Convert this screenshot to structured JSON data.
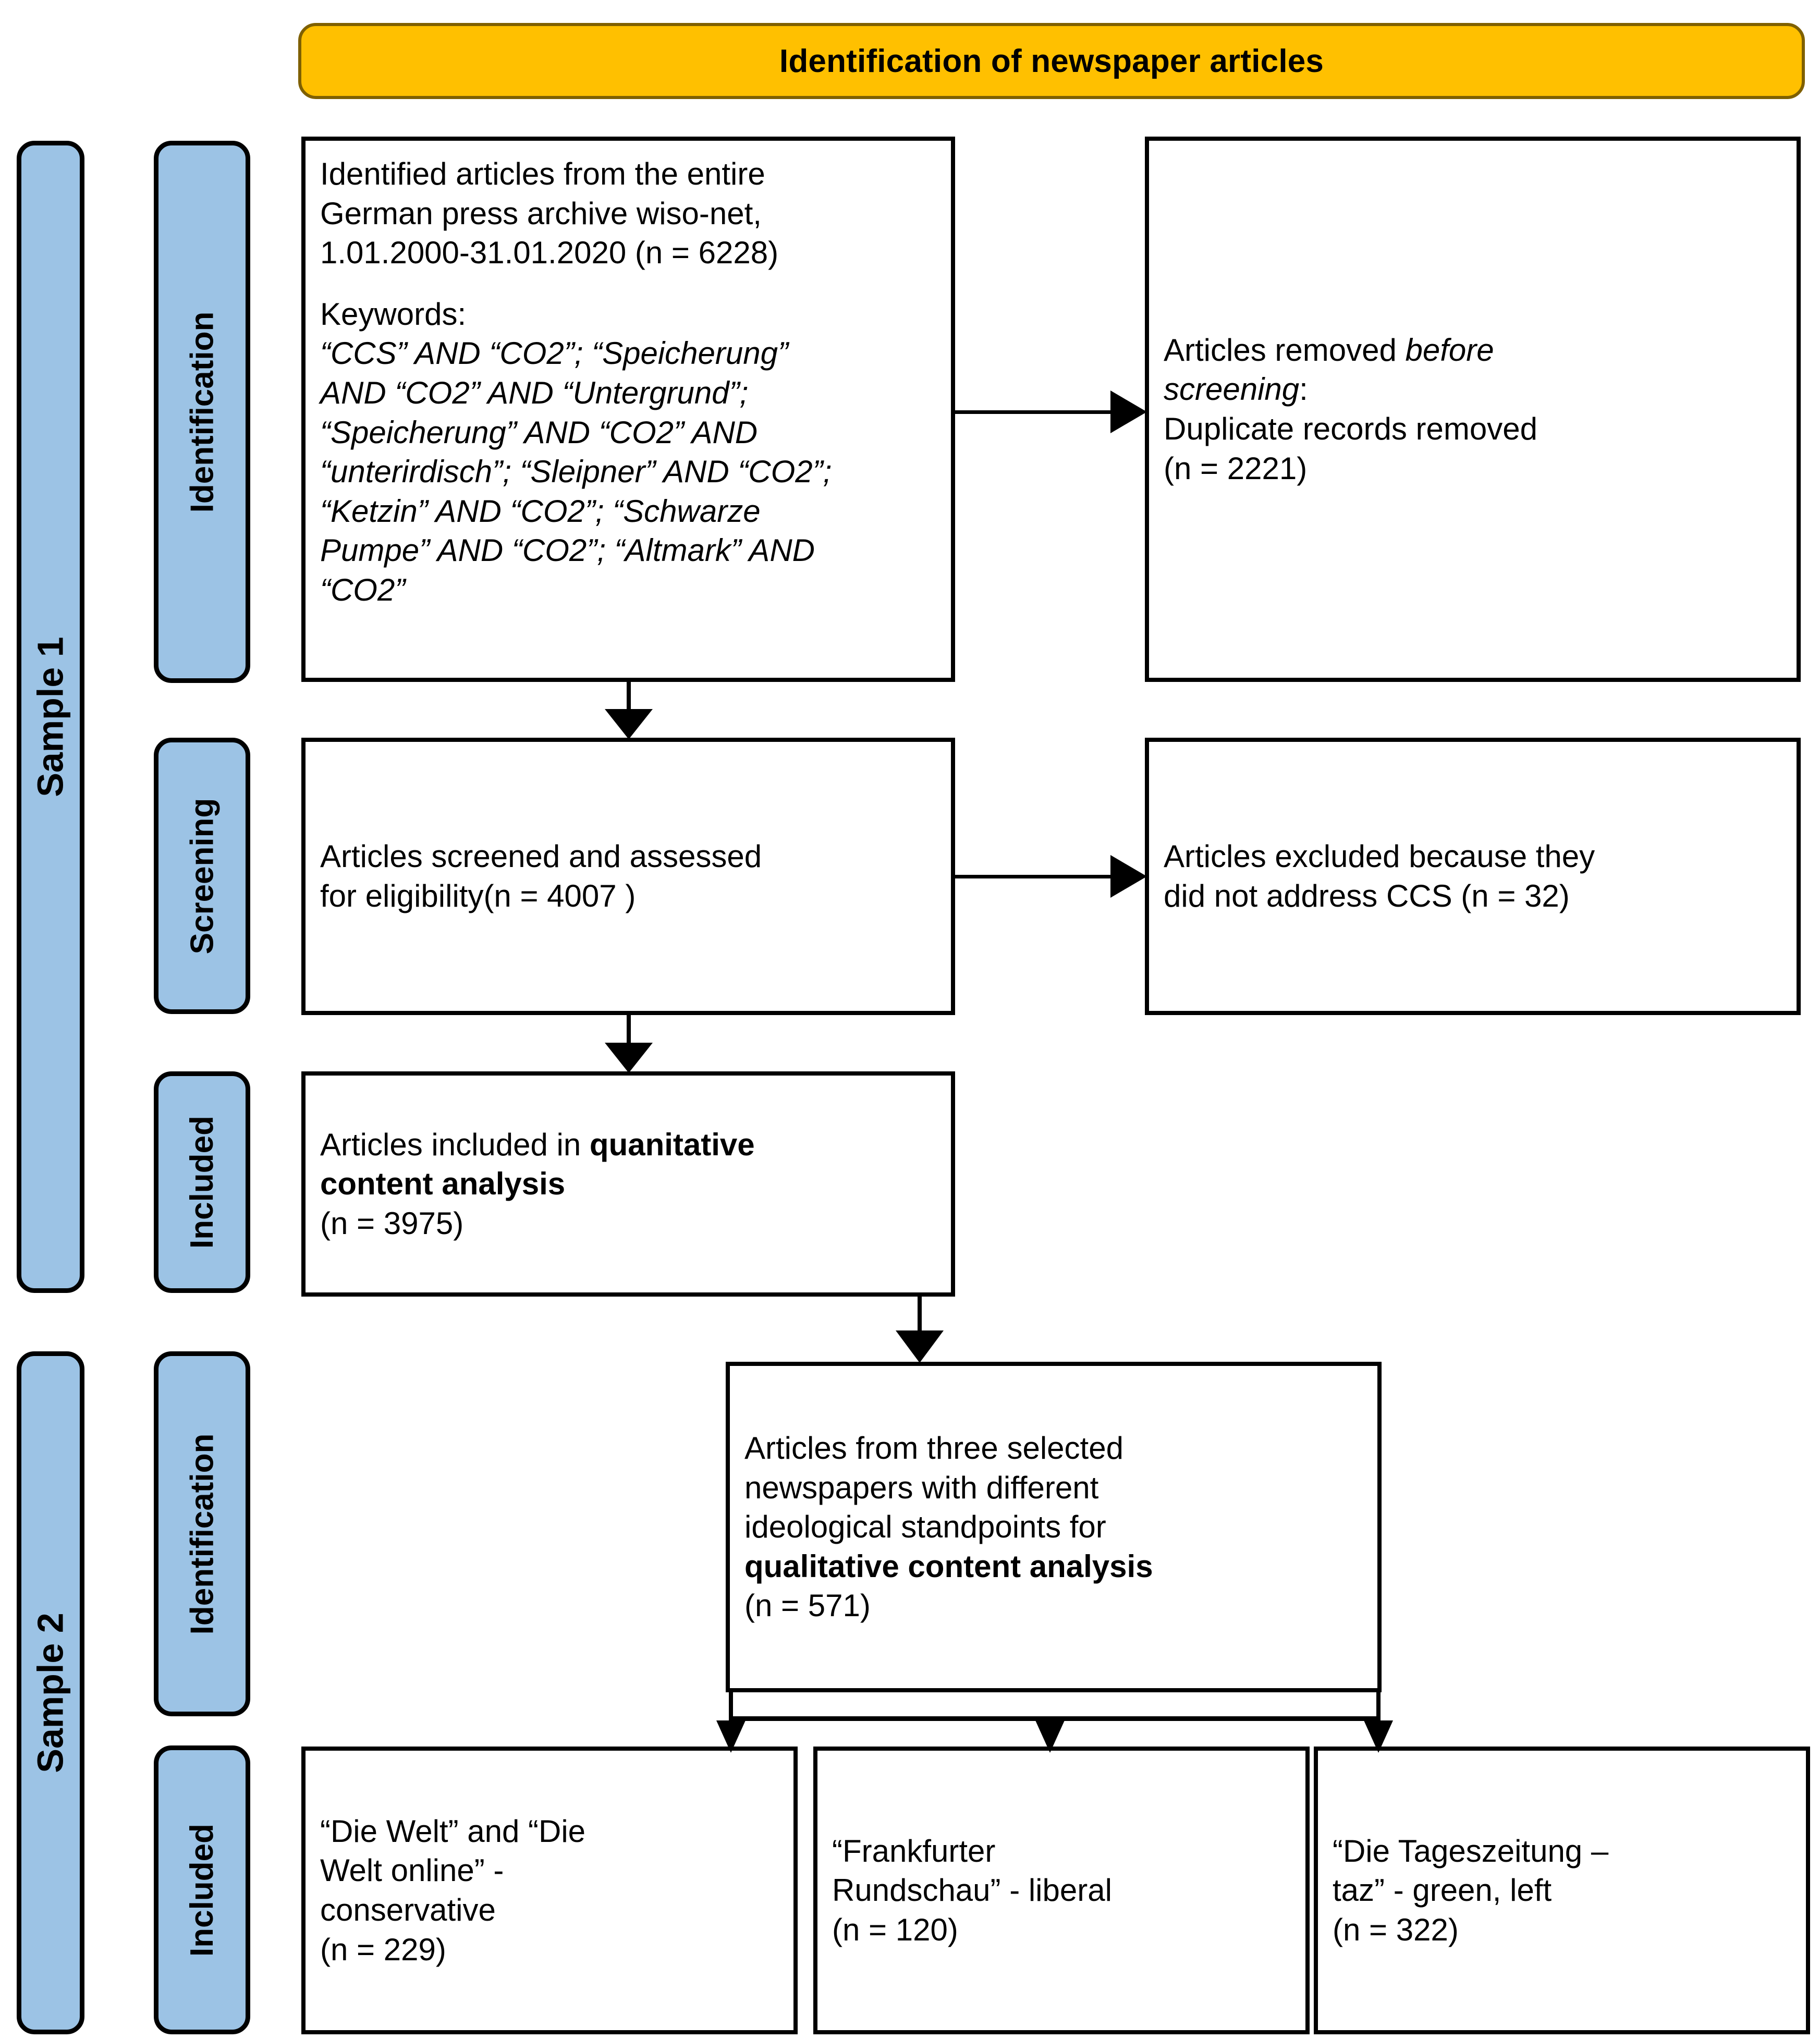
{
  "header": {
    "title": "Identification of newspaper articles"
  },
  "colors": {
    "banner_fill": "#FFC000",
    "banner_border": "#7F6000",
    "stage_pill_fill": "#9CC3E5",
    "box_border": "#000000",
    "text": "#000000"
  },
  "samples": [
    {
      "id": "sample-1",
      "label": "Sample 1"
    },
    {
      "id": "sample-2",
      "label": "Sample 2"
    }
  ],
  "stages": [
    {
      "id": "identification-1",
      "label": "Identification"
    },
    {
      "id": "screening-1",
      "label": "Screening"
    },
    {
      "id": "included-1",
      "label": "Included"
    },
    {
      "id": "identification-2",
      "label": "Identification"
    },
    {
      "id": "included-2",
      "label": "Included"
    }
  ],
  "boxes": {
    "identified_articles": {
      "line1": "Identified articles from the entire",
      "line2": "German press archive wiso-net,",
      "line3": "1.01.2000-31.01.2020 (n = 6228)",
      "keywords_heading": "Keywords:",
      "keywords_line1": "“CCS” AND “CO2”; “Speicherung”",
      "keywords_line2": "AND “CO2” AND “Untergrund”;",
      "keywords_line3": "“Speicherung” AND “CO2” AND",
      "keywords_line4": "“unterirdisch”; “Sleipner” AND “CO2”;",
      "keywords_line5": "“Ketzin” AND “CO2”; “Schwarze",
      "keywords_line6": "Pumpe” AND “CO2”; “Altmark” AND",
      "keywords_line7": "“CO2”"
    },
    "removed_before_screening": {
      "line1_plain": "Articles removed ",
      "line1_italic": "before",
      "line2_italic": "screening",
      "line2_plain": ":",
      "line3": "Duplicate records removed",
      "count": "(n = 2221)"
    },
    "screened": {
      "line1": "Articles screened and assessed",
      "line2": "for eligibility(n = 4007 )"
    },
    "excluded": {
      "line1": "Articles excluded because they",
      "line2": "did not address CCS (n = 32)"
    },
    "quantitative_included": {
      "line1_plain": "Articles included in ",
      "line1_bold": "quanitative",
      "line2_bold": "content analysis",
      "count": "(n = 3975)"
    },
    "qualitative_selection": {
      "line1": "Articles from three selected",
      "line2": "newspapers with different",
      "line3": "ideological standpoints for",
      "line4_bold": "qualitative content analysis",
      "count": "(n = 571)"
    },
    "newspapers": [
      {
        "id": "die-welt",
        "line1": "“Die Welt” and “Die",
        "line2": "Welt online” -",
        "line3": "conservative",
        "count": "(n = 229)"
      },
      {
        "id": "frankfurter-rundschau",
        "line1": "“Frankfurter",
        "line2": "Rundschau” - liberal",
        "line3": "",
        "count": "(n = 120)"
      },
      {
        "id": "taz",
        "line1": "“Die Tageszeitung –",
        "line2": "taz” - green, left",
        "line3": "",
        "count": "(n = 322)"
      }
    ]
  }
}
